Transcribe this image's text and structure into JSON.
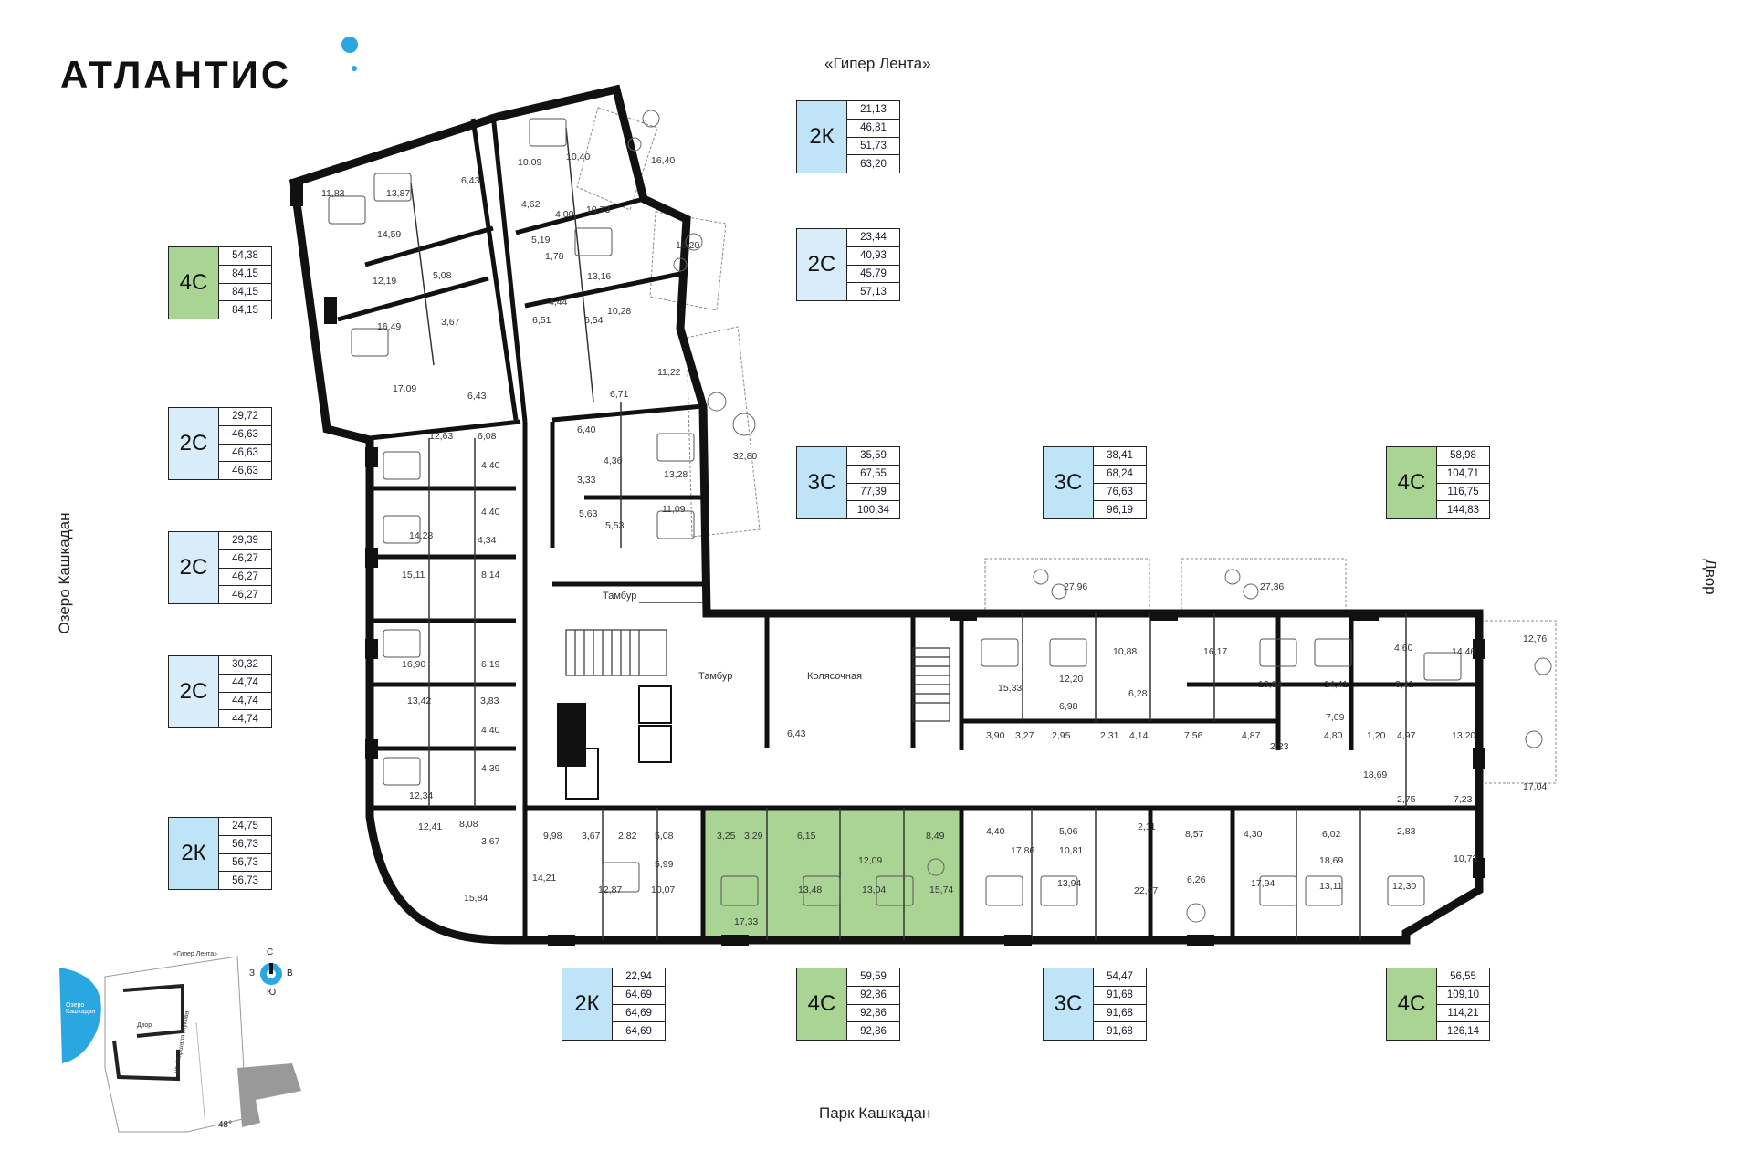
{
  "brand": {
    "name": "АТЛАНТИС"
  },
  "labels": {
    "top": "«Гипер Лента»",
    "bottom": "Парк Кашкадан",
    "left": "Озеро Кашкадан",
    "right": "Двор"
  },
  "cards": [
    {
      "type": "2К",
      "tone": "blue",
      "values": [
        "21,13",
        "46,81",
        "51,73",
        "63,20"
      ]
    },
    {
      "type": "2С",
      "tone": "lblue",
      "values": [
        "23,44",
        "40,93",
        "45,79",
        "57,13"
      ]
    },
    {
      "type": "4С",
      "tone": "green",
      "values": [
        "54,38",
        "84,15",
        "84,15",
        "84,15"
      ]
    },
    {
      "type": "2С",
      "tone": "lblue",
      "values": [
        "29,72",
        "46,63",
        "46,63",
        "46,63"
      ]
    },
    {
      "type": "2С",
      "tone": "lblue",
      "values": [
        "29,39",
        "46,27",
        "46,27",
        "46,27"
      ]
    },
    {
      "type": "2С",
      "tone": "lblue",
      "values": [
        "30,32",
        "44,74",
        "44,74",
        "44,74"
      ]
    },
    {
      "type": "2К",
      "tone": "blue",
      "values": [
        "24,75",
        "56,73",
        "56,73",
        "56,73"
      ]
    },
    {
      "type": "3С",
      "tone": "blue",
      "values": [
        "35,59",
        "67,55",
        "77,39",
        "100,34"
      ]
    },
    {
      "type": "3С",
      "tone": "blue",
      "values": [
        "38,41",
        "68,24",
        "76,63",
        "96,19"
      ]
    },
    {
      "type": "4С",
      "tone": "green",
      "values": [
        "58,98",
        "104,71",
        "116,75",
        "144,83"
      ]
    },
    {
      "type": "2К",
      "tone": "blue",
      "values": [
        "22,94",
        "64,69",
        "64,69",
        "64,69"
      ]
    },
    {
      "type": "4С",
      "tone": "green",
      "values": [
        "59,59",
        "92,86",
        "92,86",
        "92,86"
      ]
    },
    {
      "type": "3С",
      "tone": "blue",
      "values": [
        "54,47",
        "91,68",
        "91,68",
        "91,68"
      ]
    },
    {
      "type": "4С",
      "tone": "green",
      "values": [
        "56,55",
        "109,10",
        "114,21",
        "126,14"
      ]
    }
  ],
  "rooms": {
    "r1": "11,83",
    "r2": "13,87",
    "r3": "6,43",
    "r4": "10,09",
    "r5": "10,40",
    "r6": "16,40",
    "r7": "4,62",
    "r8": "4,00",
    "r9": "10,73",
    "r10": "14,59",
    "r11": "5,19",
    "r12": "16,20",
    "r13": "12,19",
    "r14": "5,08",
    "r15": "1,78",
    "r16": "13,16",
    "r17": "4,44",
    "r18": "10,28",
    "r19": "16,49",
    "r20": "3,67",
    "r21": "6,51",
    "r22": "6,54",
    "r23": "11,22",
    "r24": "17,09",
    "r25": "6,43",
    "r26": "6,71",
    "r27": "12,63",
    "r28": "6,08",
    "r29": "6,40",
    "r30": "4,40",
    "r31": "4,36",
    "r32": "3,33",
    "r33": "13,28",
    "r34": "32,80",
    "r35": "4,40",
    "r36": "5,63",
    "r37": "5,53",
    "r38": "11,09",
    "r39": "14,28",
    "r40": "4,34",
    "r41": "15,11",
    "r42": "8,14",
    "r43": "16,90",
    "r44": "6,19",
    "r45": "13,42",
    "r46": "3,83",
    "r47": "4,40",
    "r48": "4,39",
    "r49": "12,34",
    "r50": "12,41",
    "r51": "8,08",
    "r52": "3,67",
    "r53": "15,84",
    "r54": "14,21",
    "r55": "9,98",
    "r56": "3,67",
    "r57": "2,82",
    "r58": "5,08",
    "r59": "5,99",
    "r60": "12,87",
    "r61": "10,07",
    "r62": "3,25",
    "r63": "3,29",
    "r64": "6,15",
    "r65": "8,49",
    "r66": "12,09",
    "r67": "17,33",
    "r68": "13,48",
    "r69": "13,04",
    "r70": "15,74",
    "r71": "6,43",
    "r72": "15,33",
    "r73": "12,20",
    "r74": "10,88",
    "r75": "16,17",
    "r76": "13,94",
    "r77": "14,41",
    "r78": "8,41",
    "r79": "14,46",
    "r80": "12,76",
    "r81": "6,98",
    "r82": "6,28",
    "r83": "3,90",
    "r84": "3,27",
    "r85": "2,95",
    "r86": "2,31",
    "r87": "4,14",
    "r88": "7,56",
    "r89": "4,87",
    "r90": "2,23",
    "r91": "7,09",
    "r92": "4,80",
    "r93": "1,20",
    "r94": "4,97",
    "r95": "13,20",
    "r96": "17,04",
    "r97": "4,60",
    "r98": "18,69",
    "r99": "2,75",
    "r100": "7,23",
    "r101": "2,83",
    "r102": "4,40",
    "r103": "5,06",
    "r104": "10,81",
    "r105": "17,86",
    "r106": "2,11",
    "r107": "8,57",
    "r108": "4,30",
    "r109": "6,02",
    "r110": "13,94",
    "r111": "22,67",
    "r112": "6,26",
    "r113": "17,94",
    "r114": "18,69",
    "r115": "13,11",
    "r116": "12,30",
    "r117": "10,73",
    "r118": "27,96",
    "r119": "27,36"
  },
  "common": {
    "tambur1": "Тамбур",
    "tambur2": "Тамбур",
    "stroller": "Колясочная"
  },
  "compass": {
    "n": "С",
    "s": "Ю",
    "w": "З",
    "e": "В",
    "angle": "48°"
  },
  "minimap": {
    "lake": "Озеро Кашкадан",
    "store": "«Гипер Лента»",
    "yard": "Двор",
    "street": "ул. Маршала Жукова"
  },
  "colors": {
    "accent": "#2aa6e0",
    "blue": "#bfe3f7",
    "lblue": "#d8ecf9",
    "green": "#a9d493",
    "wall": "#111111"
  }
}
